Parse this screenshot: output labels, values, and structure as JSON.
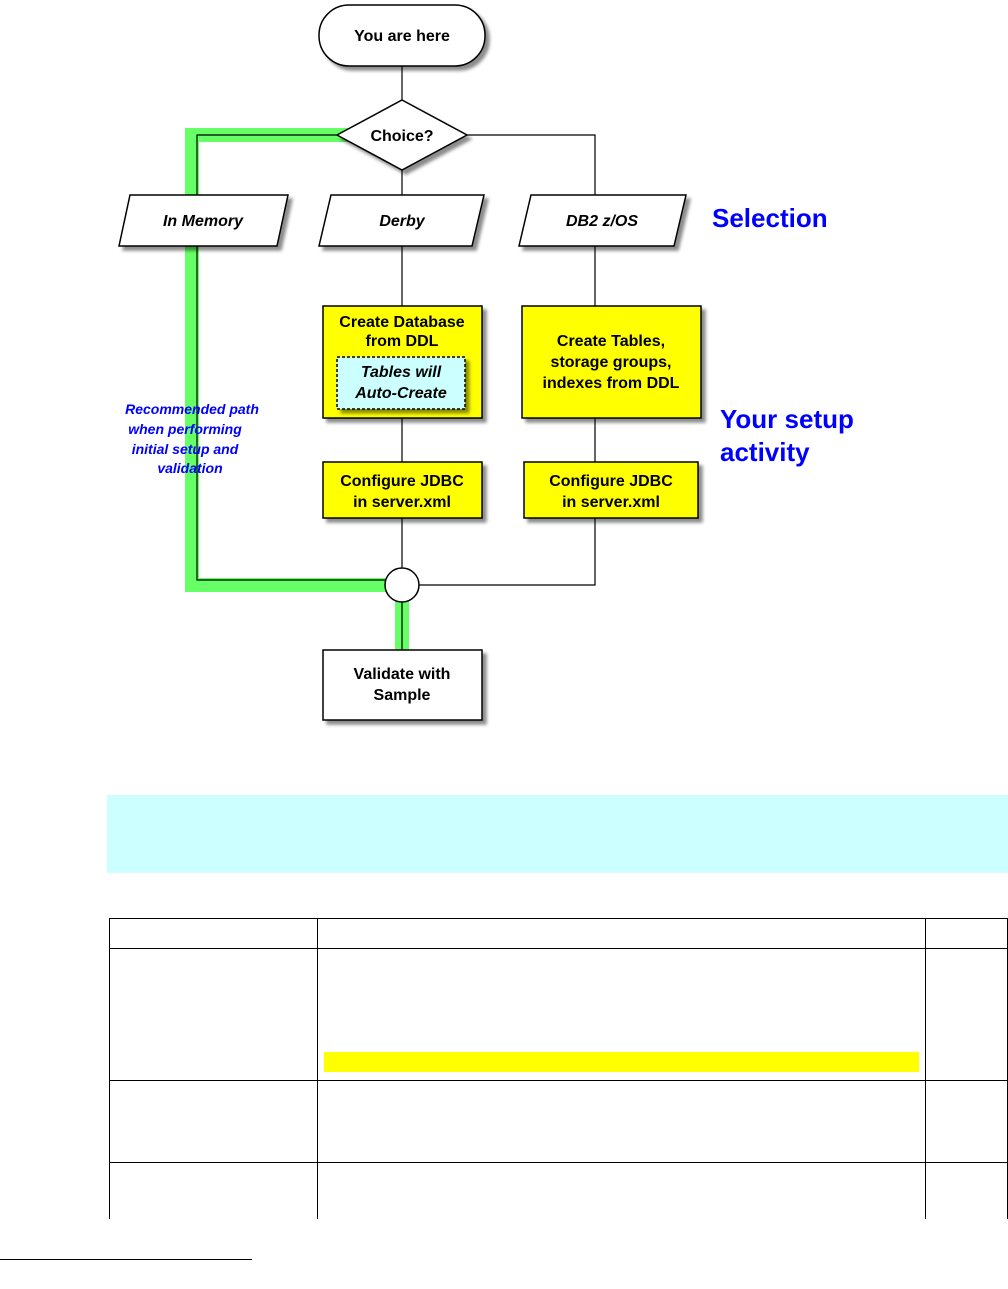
{
  "diagram": {
    "start": "You are here",
    "decision": "Choice?",
    "options": [
      "In Memory",
      "Derby",
      "DB2 z/OS"
    ],
    "selection_label": "Selection",
    "derby_create": [
      "Create Database",
      "from DDL"
    ],
    "derby_note": [
      "Tables will",
      "Auto-Create"
    ],
    "db2_create": [
      "Create Tables,",
      "storage groups,",
      "indexes from DDL"
    ],
    "setup_label": [
      "Your setup",
      "activity"
    ],
    "derby_config": [
      "Configure JDBC",
      "in server.xml"
    ],
    "db2_config": [
      "Configure JDBC",
      "in server.xml"
    ],
    "recommended": [
      "Recommended path",
      "when performing",
      "initial setup and",
      "validation"
    ],
    "validate": [
      "Validate with",
      "Sample"
    ]
  },
  "colors": {
    "path_green": "#66ff66",
    "task_yellow": "#ffff00",
    "note_cyan": "#ccffff",
    "label_blue": "#0000ff"
  }
}
